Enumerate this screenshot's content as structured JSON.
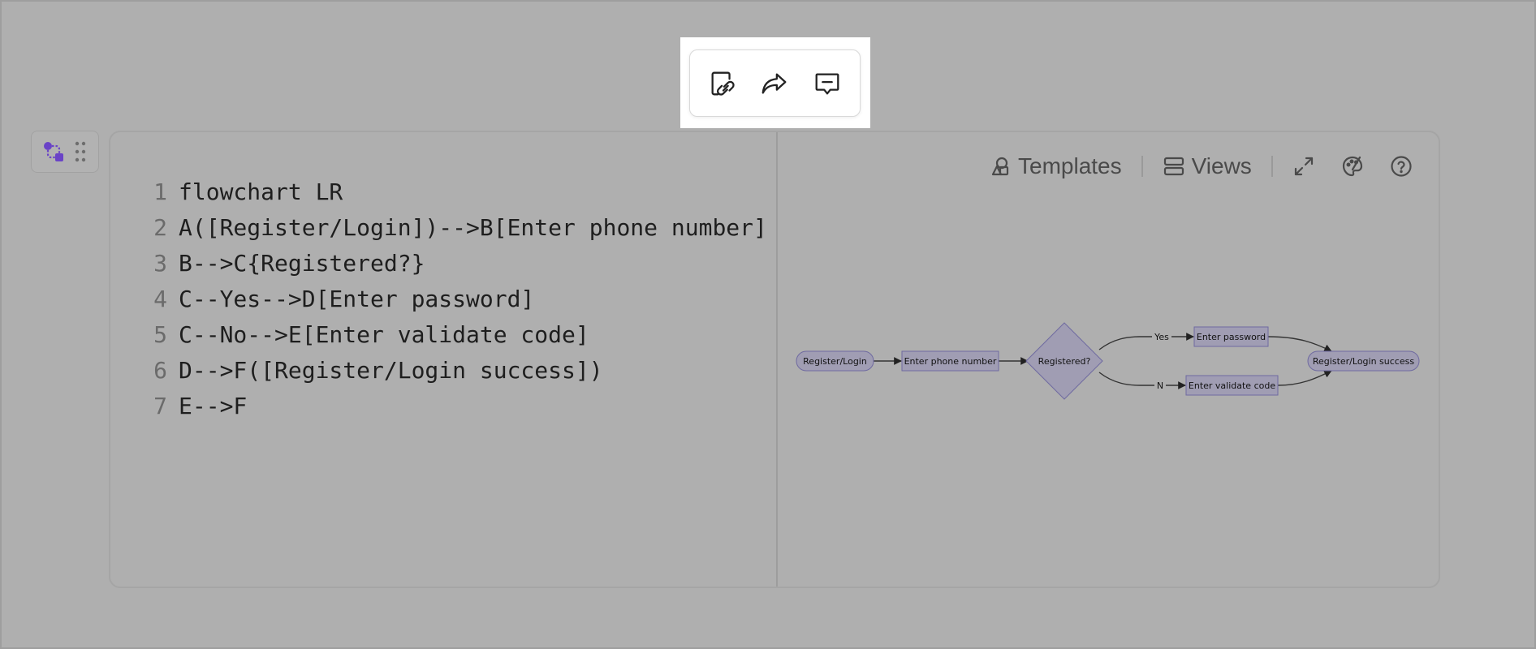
{
  "float_toolbar": {
    "copy_link_icon": "link-icon",
    "share_icon": "share-icon",
    "comment_icon": "comment-icon"
  },
  "block_handle": {
    "type_icon": "mermaid-icon",
    "drag_icon": "drag-handle-icon",
    "accent": "#6a43c7"
  },
  "code": {
    "lines": [
      {
        "no": "1",
        "text": "flowchart LR"
      },
      {
        "no": "2",
        "text": "A([Register/Login])-->B[Enter phone number]"
      },
      {
        "no": "3",
        "text": "B-->C{Registered?}"
      },
      {
        "no": "4",
        "text": "C--Yes-->D[Enter password]"
      },
      {
        "no": "5",
        "text": "C--No-->E[Enter validate code]"
      },
      {
        "no": "6",
        "text": "D-->F([Register/Login success])"
      },
      {
        "no": "7",
        "text": "E-->F"
      }
    ]
  },
  "preview_toolbar": {
    "templates_label": "Templates",
    "views_label": "Views",
    "fullscreen_icon": "expand-icon",
    "theme_icon": "palette-icon",
    "help_icon": "help-icon"
  },
  "diagram": {
    "nodes": {
      "A": "Register/Login",
      "B": "Enter phone number",
      "C": "Registered?",
      "D": "Enter password",
      "E": "Enter validate code",
      "F": "Register/Login success"
    },
    "edge_yes": "Yes",
    "edge_no": "N",
    "node_fill": "#a09db3",
    "node_stroke": "#6f6aa0"
  }
}
